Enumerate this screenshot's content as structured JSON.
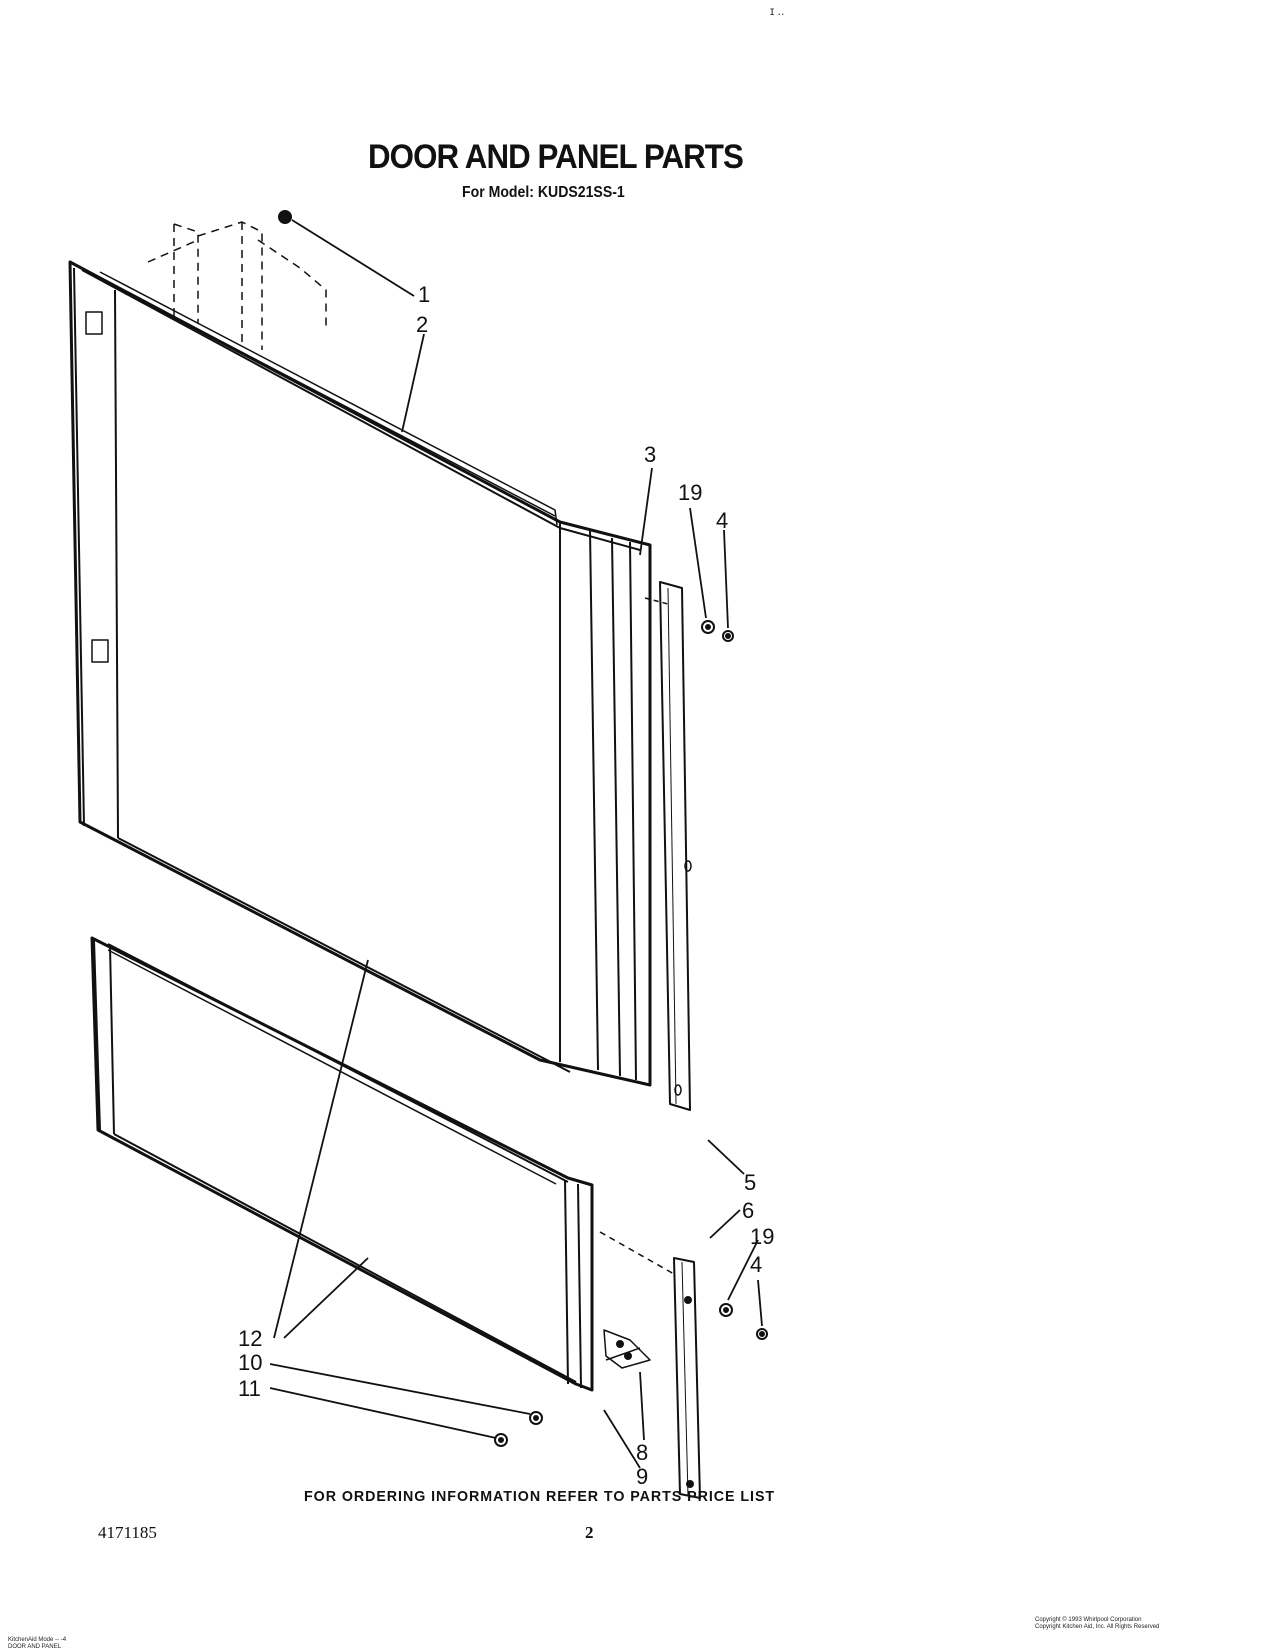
{
  "header": {
    "title": "DOOR AND PANEL PARTS",
    "model_line": "For Model: KUDS21SS-1"
  },
  "top_marks": "ɪ     ..",
  "callouts": [
    {
      "label": "1"
    },
    {
      "label": "2"
    },
    {
      "label": "3"
    },
    {
      "label": "19"
    },
    {
      "label": "4"
    },
    {
      "label": "5"
    },
    {
      "label": "6"
    },
    {
      "label": "19"
    },
    {
      "label": "4"
    },
    {
      "label": "12"
    },
    {
      "label": "10"
    },
    {
      "label": "11"
    },
    {
      "label": "8"
    },
    {
      "label": "9"
    }
  ],
  "footer": {
    "ordering_note": "FOR ORDERING INFORMATION REFER TO PARTS PRICE LIST",
    "doc_number": "4171185",
    "page_number": "2",
    "bottom_left_line1": "KitchenAid Mode -- -4",
    "bottom_left_line2": "DOOR AND PANEL",
    "bottom_right_line1": "Copyright © 1993 Whirlpool Corporation",
    "bottom_right_line2": "Copyright Kitchen Aid, Inc. All Rights Reserved"
  }
}
